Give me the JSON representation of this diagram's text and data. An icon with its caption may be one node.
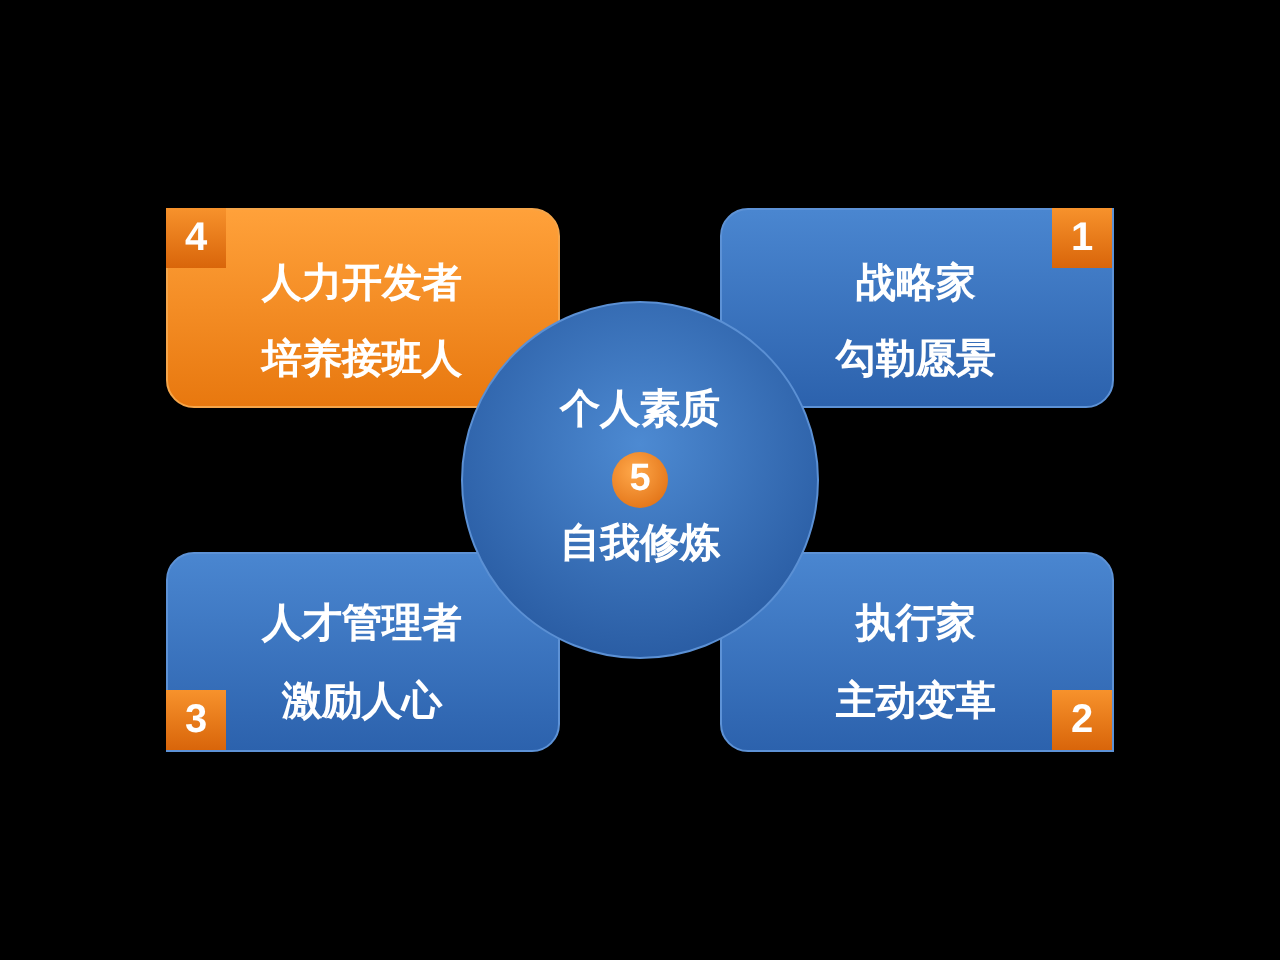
{
  "diagram": {
    "nodes": [
      {
        "text": [
          "人力开发者",
          "培养接班人"
        ]
      },
      {
        "text": [
          "4"
        ],
        "in": 0
      },
      {
        "text": [
          "战略家",
          "勾勒愿景"
        ]
      },
      {
        "text": [
          "1"
        ],
        "in": 2
      },
      {
        "text": [
          "人才管理者",
          "激励人心"
        ]
      },
      {
        "text": [
          "3"
        ],
        "in": 4
      },
      {
        "text": [
          "执行家",
          "主动变革"
        ]
      },
      {
        "text": [
          "2"
        ],
        "in": 6
      },
      {
        "text": [
          "个人素质",
          "自我修炼"
        ]
      },
      {
        "text": [
          "5"
        ],
        "in": 8
      }
    ]
  }
}
